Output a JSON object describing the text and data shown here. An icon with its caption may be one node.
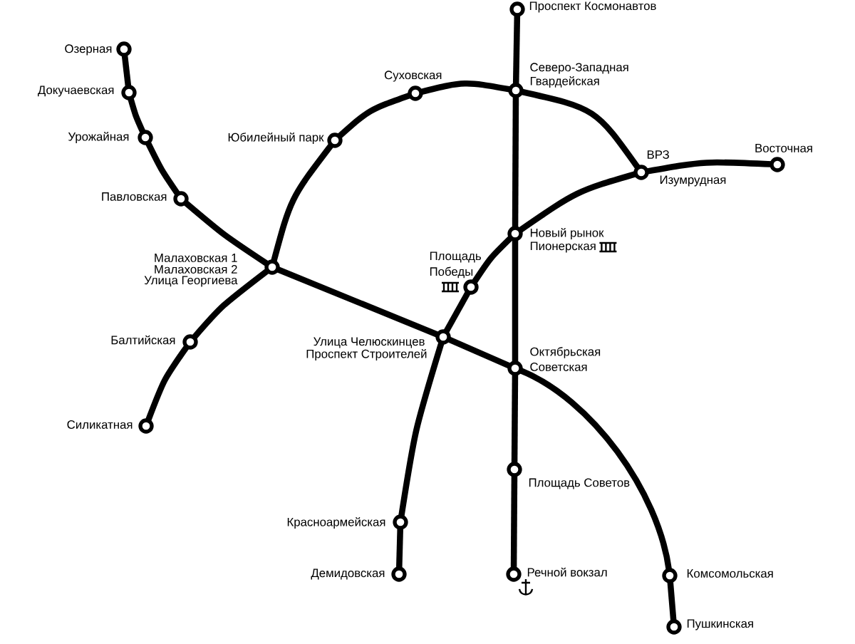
{
  "diagram": {
    "nodes": [
      {
        "text": [],
        "shape": "circle",
        "beside": [
          "Проспект Космонавтов"
        ]
      },
      {
        "text": [],
        "shape": "circle",
        "beside": [
          "Озерная"
        ]
      },
      {
        "text": [],
        "shape": "circle",
        "beside": [
          "Северо-Западная",
          "Гвардейская"
        ]
      },
      {
        "text": [],
        "shape": "circle",
        "beside": [
          "Суховская"
        ]
      },
      {
        "text": [],
        "shape": "circle",
        "beside": [
          "Докучаевская"
        ]
      },
      {
        "text": [],
        "shape": "circle",
        "beside": [
          "Урожайная"
        ]
      },
      {
        "text": [],
        "shape": "circle",
        "beside": [
          "Юбилейный парк"
        ]
      },
      {
        "text": [],
        "shape": "circle",
        "beside": [
          "Восточная"
        ]
      },
      {
        "text": [],
        "shape": "circle",
        "beside": [
          "ВРЗ",
          "Изумрудная"
        ]
      },
      {
        "text": [],
        "shape": "circle",
        "beside": [
          "Павловская"
        ]
      },
      {
        "text": [],
        "shape": "circle",
        "beside": [
          "Новый рынок",
          "Пионерская"
        ]
      },
      {
        "text": [],
        "shape": "circle",
        "beside": [
          "Малаховская 1",
          "Малаховская 2",
          "Улица Георгиева"
        ]
      },
      {
        "text": [],
        "shape": "circle",
        "beside": [
          "Площадь Победы"
        ]
      },
      {
        "text": [],
        "shape": "circle",
        "beside": [
          "Улица Челюскинцев",
          "Проспект Строителей"
        ]
      },
      {
        "text": [],
        "shape": "circle",
        "beside": [
          "Балтийская"
        ]
      },
      {
        "text": [],
        "shape": "circle",
        "beside": [
          "Октябрьская",
          "Советская"
        ]
      },
      {
        "text": [],
        "shape": "circle",
        "beside": [
          "Силикатная"
        ]
      },
      {
        "text": [],
        "shape": "circle",
        "beside": [
          "Площадь Советов"
        ]
      },
      {
        "text": [],
        "shape": "circle",
        "beside": [
          "Красноармейская"
        ]
      },
      {
        "text": [],
        "shape": "circle",
        "beside": [
          "Демидовская"
        ]
      },
      {
        "text": [],
        "shape": "circle",
        "beside": [
          "Речной вокзал"
        ]
      },
      {
        "text": [],
        "shape": "circle",
        "beside": [
          "Комсомольская"
        ]
      },
      {
        "text": [],
        "shape": "circle",
        "beside": [
          "Пушкинская"
        ]
      }
    ],
    "edges": [
      {
        "from": 1,
        "to": 4,
        "arrow": "none"
      },
      {
        "from": 4,
        "to": 5,
        "arrow": "none"
      },
      {
        "from": 5,
        "to": 9,
        "arrow": "none"
      },
      {
        "from": 9,
        "to": 11,
        "arrow": "none"
      },
      {
        "from": 11,
        "to": 13,
        "arrow": "none"
      },
      {
        "from": 13,
        "to": 15,
        "arrow": "none"
      },
      {
        "from": 15,
        "to": 21,
        "arrow": "none"
      },
      {
        "from": 21,
        "to": 22,
        "arrow": "none"
      },
      {
        "from": 16,
        "to": 14,
        "arrow": "none"
      },
      {
        "from": 14,
        "to": 11,
        "arrow": "none"
      },
      {
        "from": 11,
        "to": 6,
        "arrow": "none"
      },
      {
        "from": 6,
        "to": 3,
        "arrow": "none"
      },
      {
        "from": 3,
        "to": 2,
        "arrow": "none"
      },
      {
        "from": 2,
        "to": 8,
        "arrow": "none"
      },
      {
        "from": 0,
        "to": 2,
        "arrow": "none"
      },
      {
        "from": 2,
        "to": 10,
        "arrow": "none"
      },
      {
        "from": 10,
        "to": 15,
        "arrow": "none"
      },
      {
        "from": 15,
        "to": 17,
        "arrow": "none"
      },
      {
        "from": 17,
        "to": 20,
        "arrow": "none"
      },
      {
        "from": 7,
        "to": 8,
        "arrow": "none"
      },
      {
        "from": 8,
        "to": 10,
        "arrow": "none"
      },
      {
        "from": 10,
        "to": 12,
        "arrow": "none"
      },
      {
        "from": 12,
        "to": 13,
        "arrow": "none"
      },
      {
        "from": 13,
        "to": 18,
        "arrow": "none"
      },
      {
        "from": 18,
        "to": 19,
        "arrow": "none"
      }
    ]
  }
}
